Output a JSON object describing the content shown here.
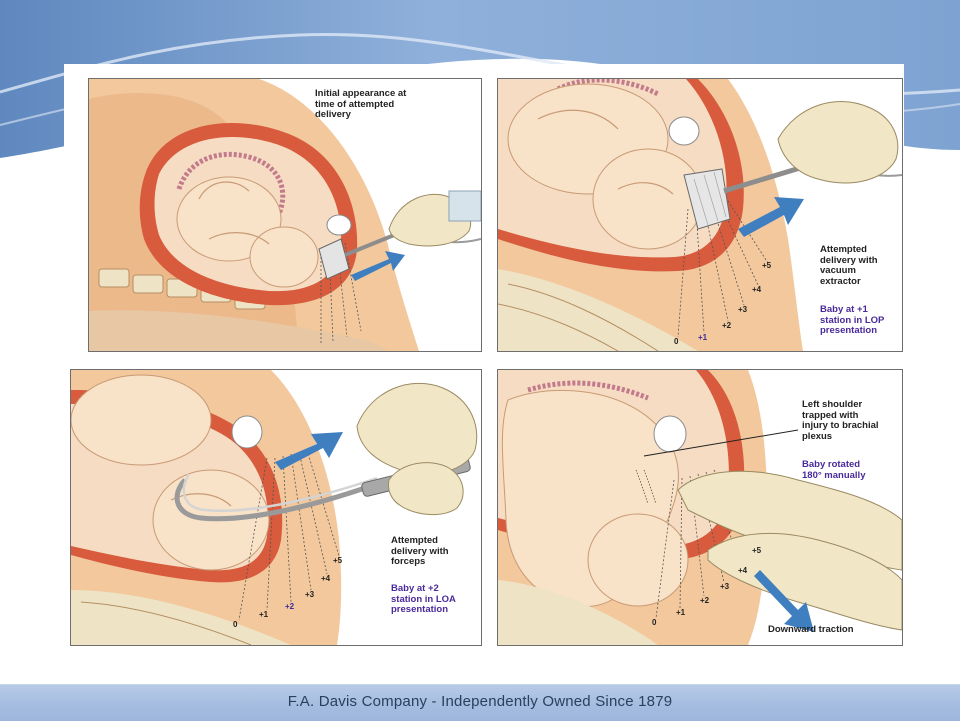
{
  "footer": {
    "text": "F.A. Davis Company - Independently Owned Since 1879"
  },
  "colors": {
    "header_blue": "#6e97c9",
    "tissue": "#f0c79b",
    "uterus_wall": "#d35a3a",
    "skin": "#f7e4cc",
    "bone": "#efe3c6",
    "arrow": "#3f7fbf",
    "label_purple": "#4a2a9a"
  },
  "panels": [
    {
      "caption": "Initial appearance at\ntime of attempted\ndelivery",
      "instrument": "vacuum-cup-icon"
    },
    {
      "caption": "Attempted\ndelivery with\nvacuum\nextractor",
      "note": "Baby at +1\nstation in LOP\npresentation",
      "stations": [
        "0",
        "+1",
        "+2",
        "+3",
        "+4",
        "+5"
      ],
      "instrument": "vacuum-cup-icon"
    },
    {
      "caption": "Attempted\ndelivery with\nforceps",
      "note": "Baby at +2\nstation in LOA\npresentation",
      "stations": [
        "0",
        "+1",
        "+2",
        "+3",
        "+4",
        "+5"
      ],
      "instrument": "forceps-icon"
    },
    {
      "caption": "Left shoulder\ntrapped with\ninjury to brachial\nplexus",
      "note": "Baby rotated\n180° manually",
      "bottom_label": "Downward traction",
      "stations": [
        "0",
        "+1",
        "+2",
        "+3",
        "+4",
        "+5"
      ],
      "instrument": "gloved-hands-icon"
    }
  ]
}
